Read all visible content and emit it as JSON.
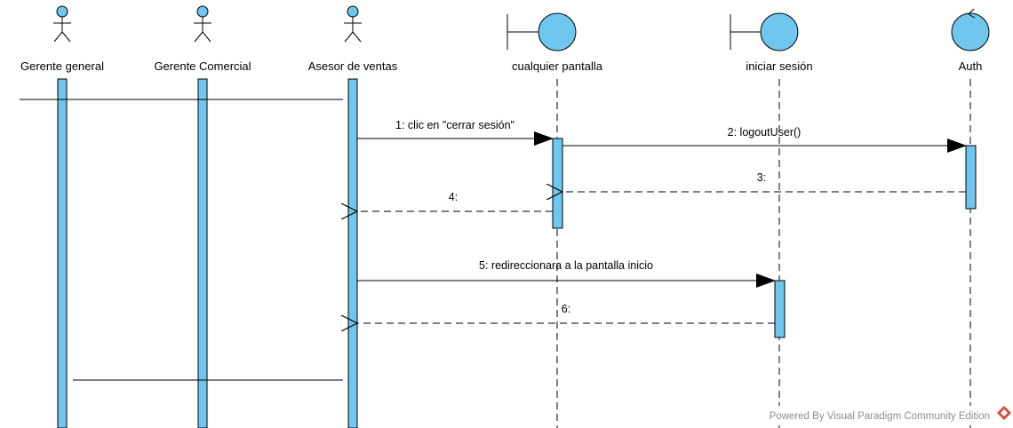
{
  "colors": {
    "activation_fill": "#6fc6ee",
    "participant_fill": "#6fc6ee",
    "line": "#000000",
    "footer_text": "#8c8c8c",
    "logo": "#e0443a"
  },
  "actors": [
    {
      "id": "gerente-general",
      "label": "Gerente general"
    },
    {
      "id": "gerente-comercial",
      "label": "Gerente Comercial"
    },
    {
      "id": "asesor-de-ventas",
      "label": "Asesor de ventas"
    }
  ],
  "participants": [
    {
      "id": "cualquier-pantalla",
      "label": "cualquier pantalla",
      "stereotype": "boundary"
    },
    {
      "id": "iniciar-sesion",
      "label": "iniciar sesión",
      "stereotype": "boundary"
    },
    {
      "id": "auth",
      "label": "Auth",
      "stereotype": "control"
    }
  ],
  "messages": [
    {
      "number": 1,
      "label": "1: clic en \"cerrar sesión\"",
      "from": "asesor-de-ventas",
      "to": "cualquier-pantalla",
      "kind": "call"
    },
    {
      "number": 2,
      "label": "2: logoutUser()",
      "from": "cualquier-pantalla",
      "to": "auth",
      "kind": "call"
    },
    {
      "number": 3,
      "label": "3:",
      "from": "auth",
      "to": "cualquier-pantalla",
      "kind": "return"
    },
    {
      "number": 4,
      "label": "4:",
      "from": "cualquier-pantalla",
      "to": "asesor-de-ventas",
      "kind": "return"
    },
    {
      "number": 5,
      "label": "5: redireccionara a la pantalla inicio",
      "from": "asesor-de-ventas",
      "to": "iniciar-sesion",
      "kind": "call"
    },
    {
      "number": 6,
      "label": "6:",
      "from": "iniciar-sesion",
      "to": "asesor-de-ventas",
      "kind": "return"
    }
  ],
  "footer": {
    "text": "Powered By  Visual Paradigm Community Edition",
    "logo_icon": "visual-paradigm-logo-icon"
  }
}
